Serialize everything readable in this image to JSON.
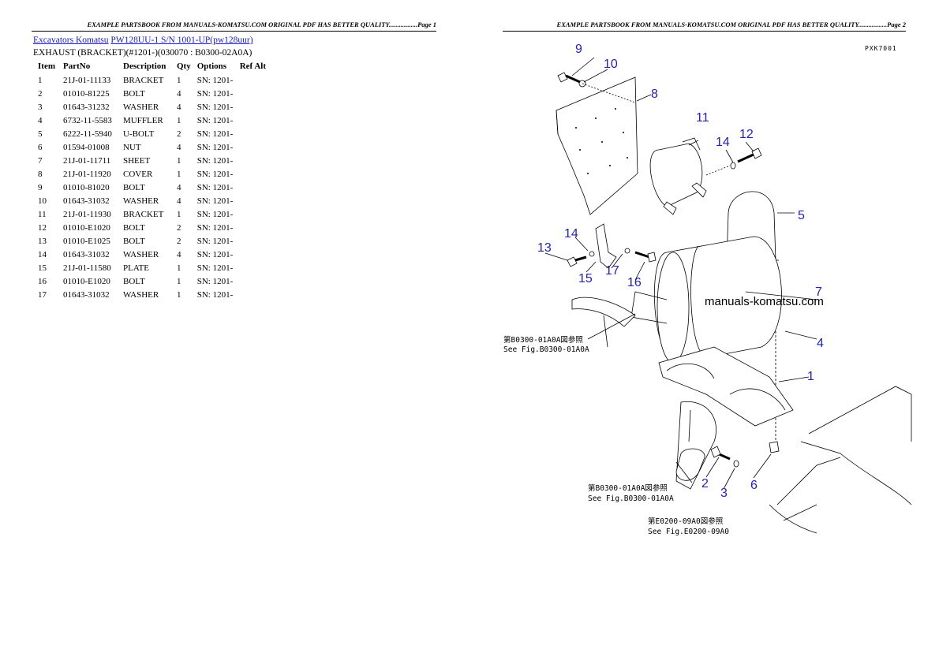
{
  "page1": {
    "header": "EXAMPLE PARTSBOOK FROM MANUALS-KOMATSU.COM ORIGINAL PDF HAS BETTER QUALITY.................Page 1",
    "breadcrumb": {
      "link1": "Excavators Komatsu",
      "link2": "PW128UU-1 S/N 1001-UP(pw128uur)"
    },
    "subtitle": "EXHAUST (BRACKET)(#1201-)(030070 : B0300-02A0A)",
    "table": {
      "headers": [
        "Item",
        "PartNo",
        "Description",
        "Qty",
        "Options",
        "Ref Alt"
      ],
      "rows": [
        [
          "1",
          "21J-01-11133",
          "BRACKET",
          "1",
          "SN: 1201-",
          ""
        ],
        [
          "2",
          "01010-81225",
          "BOLT",
          "4",
          "SN: 1201-",
          ""
        ],
        [
          "3",
          "01643-31232",
          "WASHER",
          "4",
          "SN: 1201-",
          ""
        ],
        [
          "4",
          "6732-11-5583",
          "MUFFLER",
          "1",
          "SN: 1201-",
          ""
        ],
        [
          "5",
          "6222-11-5940",
          "U-BOLT",
          "2",
          "SN: 1201-",
          ""
        ],
        [
          "6",
          "01594-01008",
          "NUT",
          "4",
          "SN: 1201-",
          ""
        ],
        [
          "7",
          "21J-01-11711",
          "SHEET",
          "1",
          "SN: 1201-",
          ""
        ],
        [
          "8",
          "21J-01-11920",
          "COVER",
          "1",
          "SN: 1201-",
          ""
        ],
        [
          "9",
          "01010-81020",
          "BOLT",
          "4",
          "SN: 1201-",
          ""
        ],
        [
          "10",
          "01643-31032",
          "WASHER",
          "4",
          "SN: 1201-",
          ""
        ],
        [
          "11",
          "21J-01-11930",
          "BRACKET",
          "1",
          "SN: 1201-",
          ""
        ],
        [
          "12",
          "01010-E1020",
          "BOLT",
          "2",
          "SN: 1201-",
          ""
        ],
        [
          "13",
          "01010-E1025",
          "BOLT",
          "2",
          "SN: 1201-",
          ""
        ],
        [
          "14",
          "01643-31032",
          "WASHER",
          "4",
          "SN: 1201-",
          ""
        ],
        [
          "15",
          "21J-01-11580",
          "PLATE",
          "1",
          "SN: 1201-",
          ""
        ],
        [
          "16",
          "01010-E1020",
          "BOLT",
          "1",
          "SN: 1201-",
          ""
        ],
        [
          "17",
          "01643-31032",
          "WASHER",
          "1",
          "SN: 1201-",
          ""
        ]
      ]
    }
  },
  "page2": {
    "header": "EXAMPLE PARTSBOOK FROM MANUALS-KOMATSU.COM ORIGINAL PDF HAS BETTER QUALITY.................Page 2",
    "figure_code": "PXK7001",
    "watermark": "manuals-komatsu.com",
    "notes": {
      "ref1_jp": "第B0300-01A0A図参照",
      "ref1_en": "See Fig.B0300-01A0A",
      "ref2_jp": "第B0300-01A0A図参照",
      "ref2_en": "See Fig.B0300-01A0A",
      "ref3_jp": "第E0200-09A0図参照",
      "ref3_en": "See Fig.E0200-09A0"
    },
    "callouts": {
      "c1": "1",
      "c2": "2",
      "c3": "3",
      "c4": "4",
      "c5": "5",
      "c6": "6",
      "c7": "7",
      "c8": "8",
      "c9": "9",
      "c10": "10",
      "c11": "11",
      "c12": "12",
      "c13": "13",
      "c14a": "14",
      "c14b": "14",
      "c15": "15",
      "c16": "16",
      "c17": "17"
    }
  }
}
